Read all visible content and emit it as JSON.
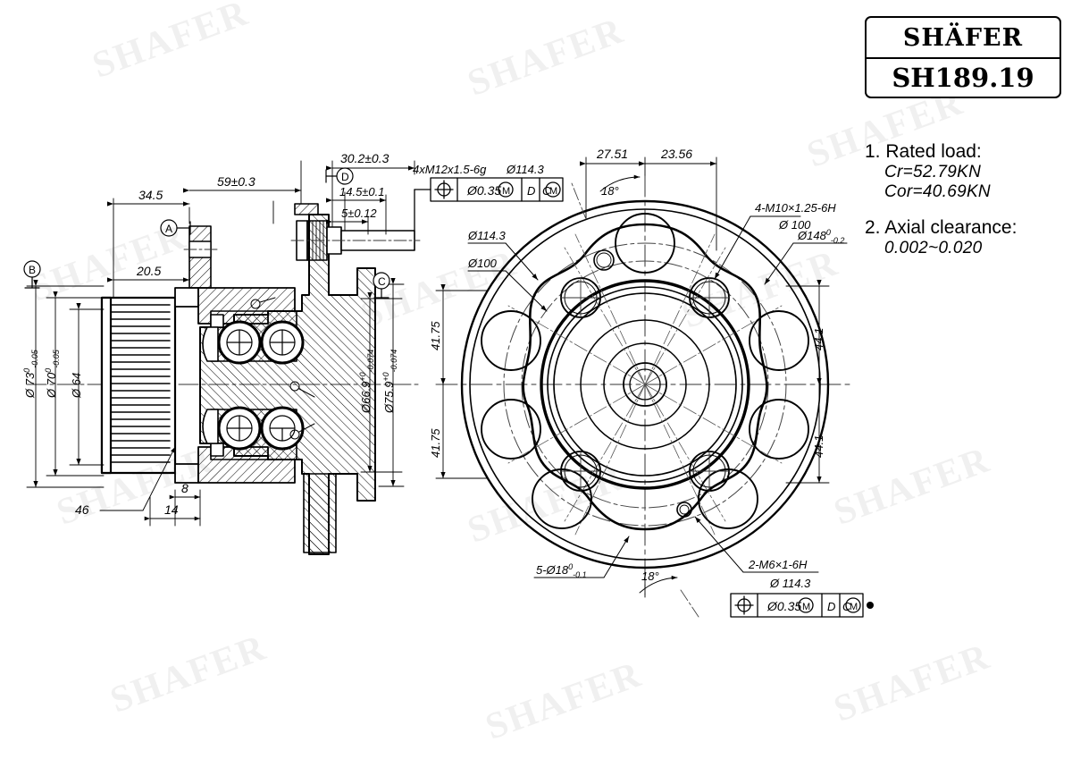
{
  "logo": {
    "brand": "SHÄFER",
    "part_number": "SH189.19"
  },
  "watermark_text": "SHAFER",
  "notes": [
    {
      "heading": "1. Rated load:",
      "values": [
        "Cr=52.79KN",
        "Cor=40.69KN"
      ]
    },
    {
      "heading": "2. Axial clearance:",
      "values": [
        "0.002~0.020"
      ]
    }
  ],
  "section_view": {
    "linear_dims": [
      {
        "id": "dim-34-5",
        "text": "34.5"
      },
      {
        "id": "dim-20-5",
        "text": "20.5"
      },
      {
        "id": "dim-59",
        "text": "59±0.3"
      },
      {
        "id": "dim-30-2",
        "text": "30.2±0.3"
      },
      {
        "id": "dim-14-5",
        "text": "14.5±0.1"
      },
      {
        "id": "dim-5",
        "text": "5±0.12"
      },
      {
        "id": "dim-8",
        "text": "8"
      },
      {
        "id": "dim-14",
        "text": "14"
      },
      {
        "id": "dim-46",
        "text": "46"
      }
    ],
    "diameter_dims": [
      {
        "id": "dia-73",
        "value": "Ø 73",
        "sup": "0",
        "sub": "-0.05"
      },
      {
        "id": "dia-70",
        "value": "Ø 70",
        "sup": "0",
        "sub": "-0.05"
      },
      {
        "id": "dia-64",
        "value": "Ø 64",
        "sup": "",
        "sub": ""
      },
      {
        "id": "dia-66-9",
        "value": "Ø66.9",
        "sup": "+0",
        "sub": "-0.074"
      },
      {
        "id": "dia-75-9",
        "value": "Ø75.9",
        "sup": "+0",
        "sub": "-0.074"
      }
    ],
    "datums": [
      "A",
      "B",
      "C",
      "D"
    ],
    "thread_callout": "4xM12x1.5-6g",
    "bolt_circle": "Ø114.3",
    "fcf": {
      "symbol": "position",
      "tolerance": "Ø0.35",
      "tol_modifier": "M",
      "datum_primary": "D",
      "datum_secondary": "C",
      "datum_secondary_modifier": "M"
    }
  },
  "front_view": {
    "top_dims": [
      {
        "id": "dim-27-51",
        "text": "27.51"
      },
      {
        "id": "dim-23-56",
        "text": "23.56"
      }
    ],
    "angles": [
      {
        "id": "angle-top",
        "text": "18°"
      },
      {
        "id": "angle-bottom",
        "text": "18°"
      }
    ],
    "left_dims": [
      {
        "id": "dim-41-75-top",
        "text": "41.75"
      },
      {
        "id": "dim-41-75-bot",
        "text": "41.75"
      }
    ],
    "right_dims": [
      {
        "id": "dim-44-1-top",
        "text": "44.1"
      },
      {
        "id": "dim-44-1-bot",
        "text": "44.1"
      }
    ],
    "leaders": [
      {
        "id": "lead-114-3",
        "line1": "Ø114.3",
        "line2": ""
      },
      {
        "id": "lead-100",
        "line1": "Ø100",
        "line2": ""
      },
      {
        "id": "lead-m10",
        "line1": "4-M10×1.25-6H",
        "line2": "Ø 100"
      },
      {
        "id": "lead-148",
        "line1": "Ø148",
        "sup": "0",
        "sub": "-0.2"
      },
      {
        "id": "lead-5x18",
        "line1": "5-Ø18",
        "sup": "0",
        "sub": "-0.1"
      },
      {
        "id": "lead-m6",
        "line1": "2-M6×1-6H",
        "line2": "Ø 114.3"
      }
    ],
    "fcf": {
      "symbol": "position",
      "tolerance": "Ø0.35",
      "tol_modifier": "M",
      "datum_primary": "D",
      "datum_secondary": "C",
      "datum_secondary_modifier": "M"
    }
  }
}
